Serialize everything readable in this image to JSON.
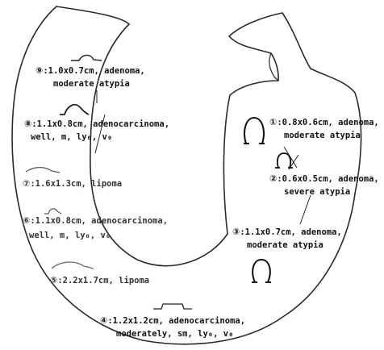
{
  "colors": {
    "outline": "#2a2a2a",
    "text": "#111111",
    "background": "#ffffff"
  },
  "lesions": [
    {
      "marker": "⑨",
      "line1": ":1.0x0.7cm, adenoma,",
      "line2": "moderate atypia"
    },
    {
      "marker": "⑧",
      "line1": ":1.1x0.8cm, adenocarcinoma,",
      "line2": "well, m, ly₀, v₀"
    },
    {
      "marker": "⑦",
      "line1": ":1.6x1.3cm, lipoma",
      "line2": ""
    },
    {
      "marker": "⑥",
      "line1": ":1.1x0.8cm, adenocarcinoma,",
      "line2": "well, m, ly₀, v₀"
    },
    {
      "marker": "⑤",
      "line1": ":2.2x1.7cm, lipoma",
      "line2": ""
    },
    {
      "marker": "④",
      "line1": ":1.2x1.2cm, adenocarcinoma,",
      "line2": "moderately, sm, ly₀, v₀"
    },
    {
      "marker": "③",
      "line1": ":1.1x0.7cm, adenoma,",
      "line2": "moderate atypia"
    },
    {
      "marker": "②",
      "line1": ":0.6x0.5cm, adenoma,",
      "line2": "severe atypia"
    },
    {
      "marker": "①",
      "line1": ":0.8x0.6cm, adenoma,",
      "line2": "moderate atypia"
    }
  ]
}
